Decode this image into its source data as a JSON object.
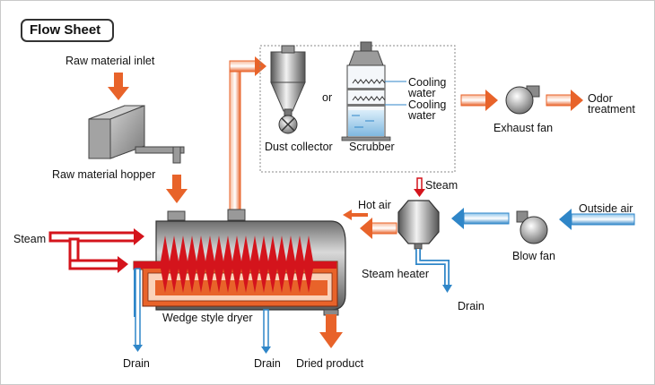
{
  "title": "Flow Sheet",
  "labels": {
    "raw_material_inlet": "Raw material inlet",
    "raw_material_hopper": "Raw material hopper",
    "dust_collector": "Dust collector",
    "or": "or",
    "scrubber": "Scrubber",
    "cooling_water_1_line1": "Cooling",
    "cooling_water_1_line2": "water",
    "cooling_water_2_line1": "Cooling",
    "cooling_water_2_line2": "water",
    "exhaust_fan": "Exhaust fan",
    "odor_treatment_line1": "Odor",
    "odor_treatment_line2": "treatment",
    "steam_left": "Steam",
    "steam_heater_top": "Steam",
    "hot_air": "Hot air",
    "outside_air": "Outside air",
    "steam_heater": "Steam heater",
    "blow_fan": "Blow fan",
    "drain_heater": "Drain",
    "wedge_style_dryer": "Wedge style dryer",
    "drain_left": "Drain",
    "drain_mid": "Drain",
    "dried_product": "Dried product"
  },
  "colors": {
    "steam_red": "#d4141c",
    "air_blue": "#2f86c8",
    "exhaust_orange": "#e8632a",
    "equipment_gray": "#8c8c8c",
    "frame": "#333333"
  }
}
